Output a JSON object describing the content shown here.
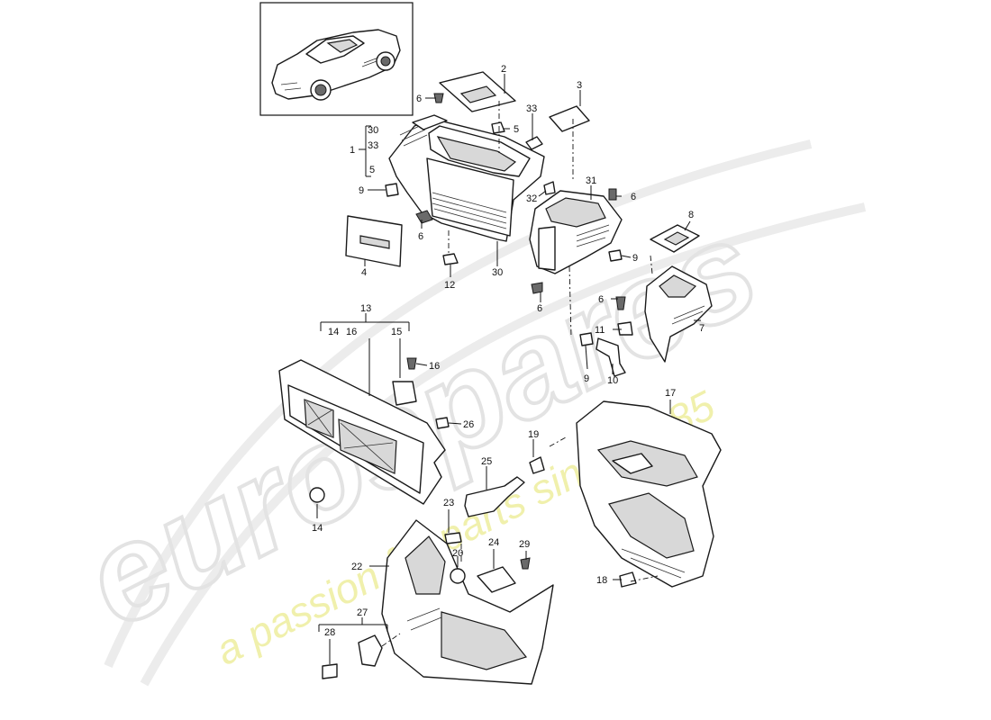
{
  "watermark": {
    "brand": "eurospares",
    "tagline": "a passion for parts since 1985",
    "tag_color": "#eeee9e"
  },
  "callouts": {
    "n1": "1",
    "n2": "2",
    "n3": "3",
    "n4": "4",
    "n5": "5",
    "n6": "6",
    "n7": "7",
    "n8": "8",
    "n9": "9",
    "n10": "10",
    "n11": "11",
    "n12": "12",
    "n13": "13",
    "n14": "14",
    "n15": "15",
    "n16": "16",
    "n17": "17",
    "n18": "18",
    "n19": "19",
    "n20": "20",
    "n22": "22",
    "n23": "23",
    "n24": "24",
    "n25": "25",
    "n26": "26",
    "n27": "27",
    "n28": "28",
    "n29": "29",
    "n30": "30",
    "n31": "31",
    "n32": "32",
    "n33": "33"
  }
}
